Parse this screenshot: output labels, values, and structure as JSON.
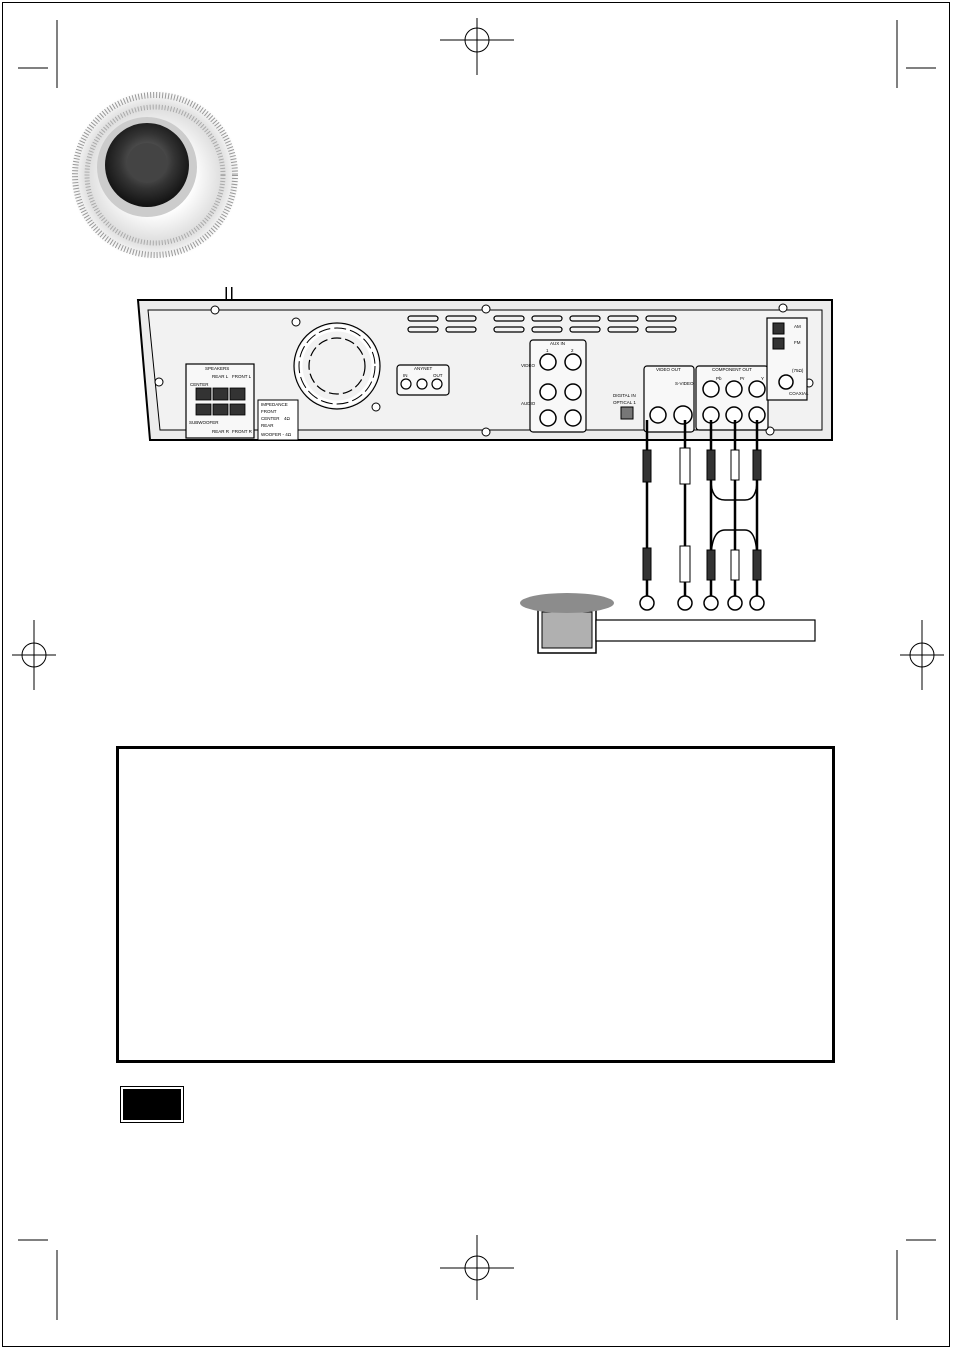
{
  "panel": {
    "speakers": "SPEAKERS",
    "center": "CENTER",
    "rear_l": "REAR L",
    "front_l": "FRONT L",
    "subwoofer": "SUBWOOFER",
    "rear_r": "REAR R",
    "front_r": "FRONT R",
    "impedance": "IMPEDANCE",
    "imp_front": "FRONT",
    "imp_center": "CENTER",
    "imp_rear": "REAR",
    "imp_4ohm": "4Ω",
    "imp_woofer": "WOOFER - 4Ω",
    "anynet": "ANYNET",
    "anynet_in": "IN",
    "anynet_out": "OUT",
    "aux_in": "AUX IN",
    "aux_1": "1",
    "aux_2": "2",
    "video": "VIDEO",
    "audio": "AUDIO",
    "digital_in": "DIGITAL IN",
    "optical": "OPTICAL 1",
    "video_out": "VIDEO OUT",
    "svideo": "S-VIDEO",
    "component_out": "COMPONENT OUT",
    "pb": "Pb",
    "pr": "Pr",
    "y": "Y",
    "am": "AM",
    "fm": "FM",
    "fm75": "(75Ω)",
    "coaxial": "COAXIAL"
  },
  "colors": {
    "tv_oval": "#8c8c8c",
    "tv_screen": "#b0b0b0",
    "panel": "#ececec"
  }
}
